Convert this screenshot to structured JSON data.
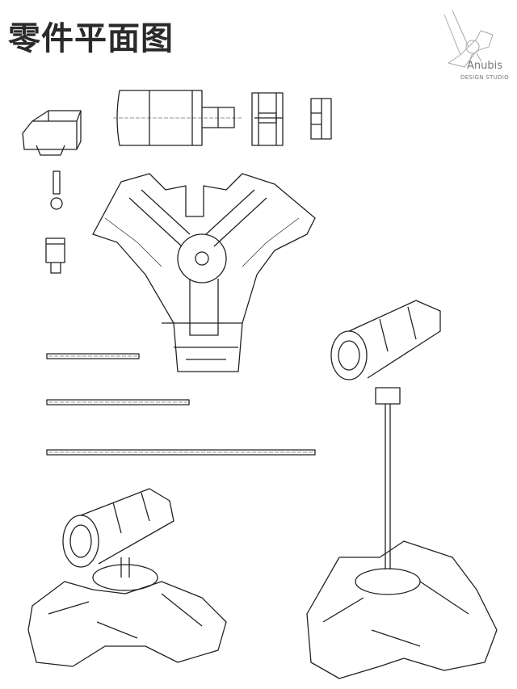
{
  "title": "零件平面图",
  "logo": {
    "name": "Anubis",
    "subtitle": "DESIGN STUDIO"
  }
}
